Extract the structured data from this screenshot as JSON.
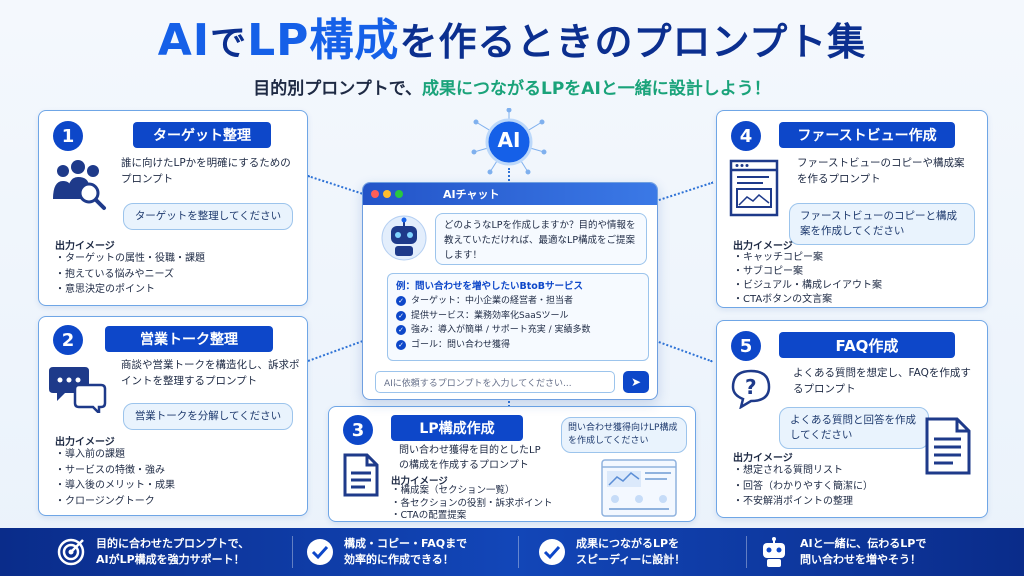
{
  "title": {
    "part1": "AI",
    "part2": "で",
    "part3": "LP構成",
    "part4": "を作るときのプロンプト集"
  },
  "subtitle": {
    "part1": "目的別プロンプトで、",
    "part2": "成果につながるLPをAIと一緒に設計しよう！"
  },
  "center_badge": "AI",
  "cards": [
    {
      "num": "1",
      "label": "ターゲット整理",
      "desc": "誰に向けたLPかを明確にするためのプロンプト",
      "prompt": "ターゲットを整理してください",
      "out_title": "出力イメージ",
      "outputs": [
        "ターゲットの属性・役職・課題",
        "抱えている悩みやニーズ",
        "意思決定のポイント"
      ]
    },
    {
      "num": "2",
      "label": "営業トーク整理",
      "desc": "商談や営業トークを構造化し、訴求ポイントを整理するプロンプト",
      "prompt": "営業トークを分解してください",
      "out_title": "出力イメージ",
      "outputs": [
        "導入前の課題",
        "サービスの特徴・強み",
        "導入後のメリット・成果",
        "クロージングトーク"
      ]
    },
    {
      "num": "3",
      "label": "LP構成作成",
      "desc": "問い合わせ獲得を目的としたLPの構成を作成するプロンプト",
      "prompt": "問い合わせ獲得向けLP構成を作成してください",
      "out_title": "出力イメージ",
      "outputs": [
        "構成案（セクション一覧）",
        "各セクションの役割・訴求ポイント",
        "CTAの配置提案"
      ]
    },
    {
      "num": "4",
      "label": "ファーストビュー作成",
      "desc": "ファーストビューのコピーや構成案を作るプロンプト",
      "prompt": "ファーストビューのコピーと構成案を作成してください",
      "out_title": "出力イメージ",
      "outputs": [
        "キャッチコピー案",
        "サブコピー案",
        "ビジュアル・構成レイアウト案",
        "CTAボタンの文言案"
      ]
    },
    {
      "num": "5",
      "label": "FAQ作成",
      "desc": "よくある質問を想定し、FAQを作成するプロンプト",
      "prompt": "よくある質問と回答を作成してください",
      "out_title": "出力イメージ",
      "outputs": [
        "想定される質問リスト",
        "回答（わかりやすく簡潔に）",
        "不安解消ポイントの整理"
      ]
    }
  ],
  "chat": {
    "title": "AIチャット",
    "message": "どのようなLPを作成しますか？目的や情報を教えていただければ、最適なLP構成をご提案します！",
    "example_title": "例：問い合わせを増やしたいBtoBサービス",
    "example_items": [
      "ターゲット：中小企業の経営者・担当者",
      "提供サービス：業務効率化SaaSツール",
      "強み：導入が簡単 / サポート充実 / 実績多数",
      "ゴール：問い合わせ獲得"
    ],
    "input_placeholder": "AIに依頼するプロンプトを入力してください..."
  },
  "features": [
    {
      "line1": "目的に合わせたプロンプトで、",
      "line2": "AIがLP構成を強力サポート！"
    },
    {
      "line1": "構成・コピー・FAQまで",
      "line2": "効率的に作成できる！"
    },
    {
      "line1": "成果につながるLPを",
      "line2": "スピーディーに設計！"
    },
    {
      "line1": "AIと一緒に、伝わるLPで",
      "line2": "問い合わせを増やそう！"
    }
  ],
  "colors": {
    "primary": "#0d47c9",
    "title": "#0b2f8f",
    "accent": "#1560e8",
    "green": "#1aa37a"
  }
}
